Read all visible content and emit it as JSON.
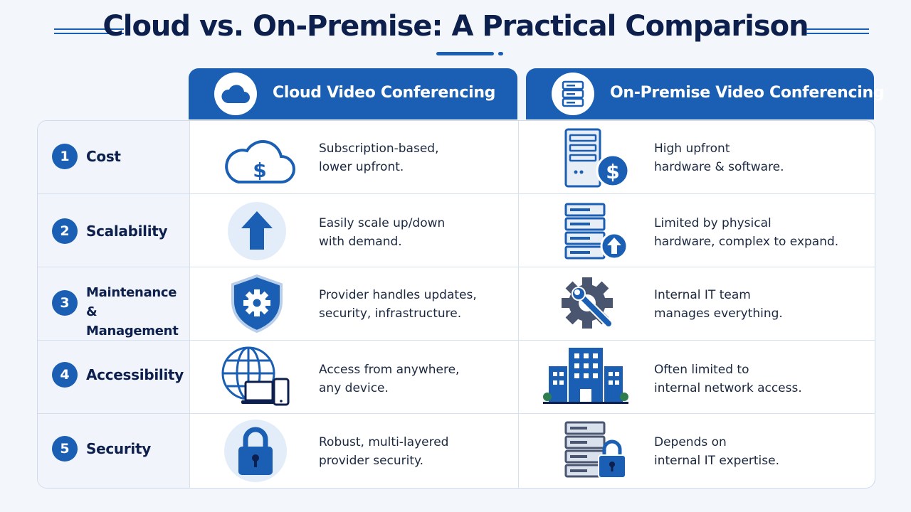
{
  "title": "Cloud vs. On-Premise: A Practical Comparison",
  "colors": {
    "primary": "#1a5fb4",
    "navy": "#0d1f4c",
    "light_blue": "#e3edf9"
  },
  "columns": [
    {
      "label": "Cloud Video Conferencing",
      "icon": "cloud-icon"
    },
    {
      "label": "On-Premise Video Conferencing",
      "icon": "server-icon"
    }
  ],
  "rows": [
    {
      "number": "1",
      "label": "Cost",
      "cloud": {
        "line1": "Subscription-based,",
        "line2": "lower upfront.",
        "icon": "cloud-dollar-icon"
      },
      "onprem": {
        "line1": "High upfront",
        "line2": "hardware & software.",
        "icon": "server-dollar-icon"
      }
    },
    {
      "number": "2",
      "label": "Scalability",
      "cloud": {
        "line1": "Easily scale up/down",
        "line2": "with demand.",
        "icon": "arrow-up-icon"
      },
      "onprem": {
        "line1": "Limited by physical",
        "line2": "hardware, complex to expand.",
        "icon": "server-stack-upload-icon"
      }
    },
    {
      "number": "3",
      "label_line1": "Maintenance &",
      "label_line2": "Management",
      "cloud": {
        "line1": "Provider handles updates,",
        "line2": "security, infrastructure.",
        "icon": "shield-gear-icon"
      },
      "onprem": {
        "line1": "Internal IT team",
        "line2": "manages everything.",
        "icon": "gear-wrench-icon"
      }
    },
    {
      "number": "4",
      "label": "Accessibility",
      "cloud": {
        "line1": "Access from anywhere,",
        "line2": "any device.",
        "icon": "globe-devices-icon"
      },
      "onprem": {
        "line1": "Often limited to",
        "line2": "internal network access.",
        "icon": "office-building-icon"
      }
    },
    {
      "number": "5",
      "label": "Security",
      "cloud": {
        "line1": "Robust, multi-layered",
        "line2": "provider security.",
        "icon": "padlock-icon"
      },
      "onprem": {
        "line1": "Depends on",
        "line2": "internal IT expertise.",
        "icon": "server-lock-icon"
      }
    }
  ]
}
